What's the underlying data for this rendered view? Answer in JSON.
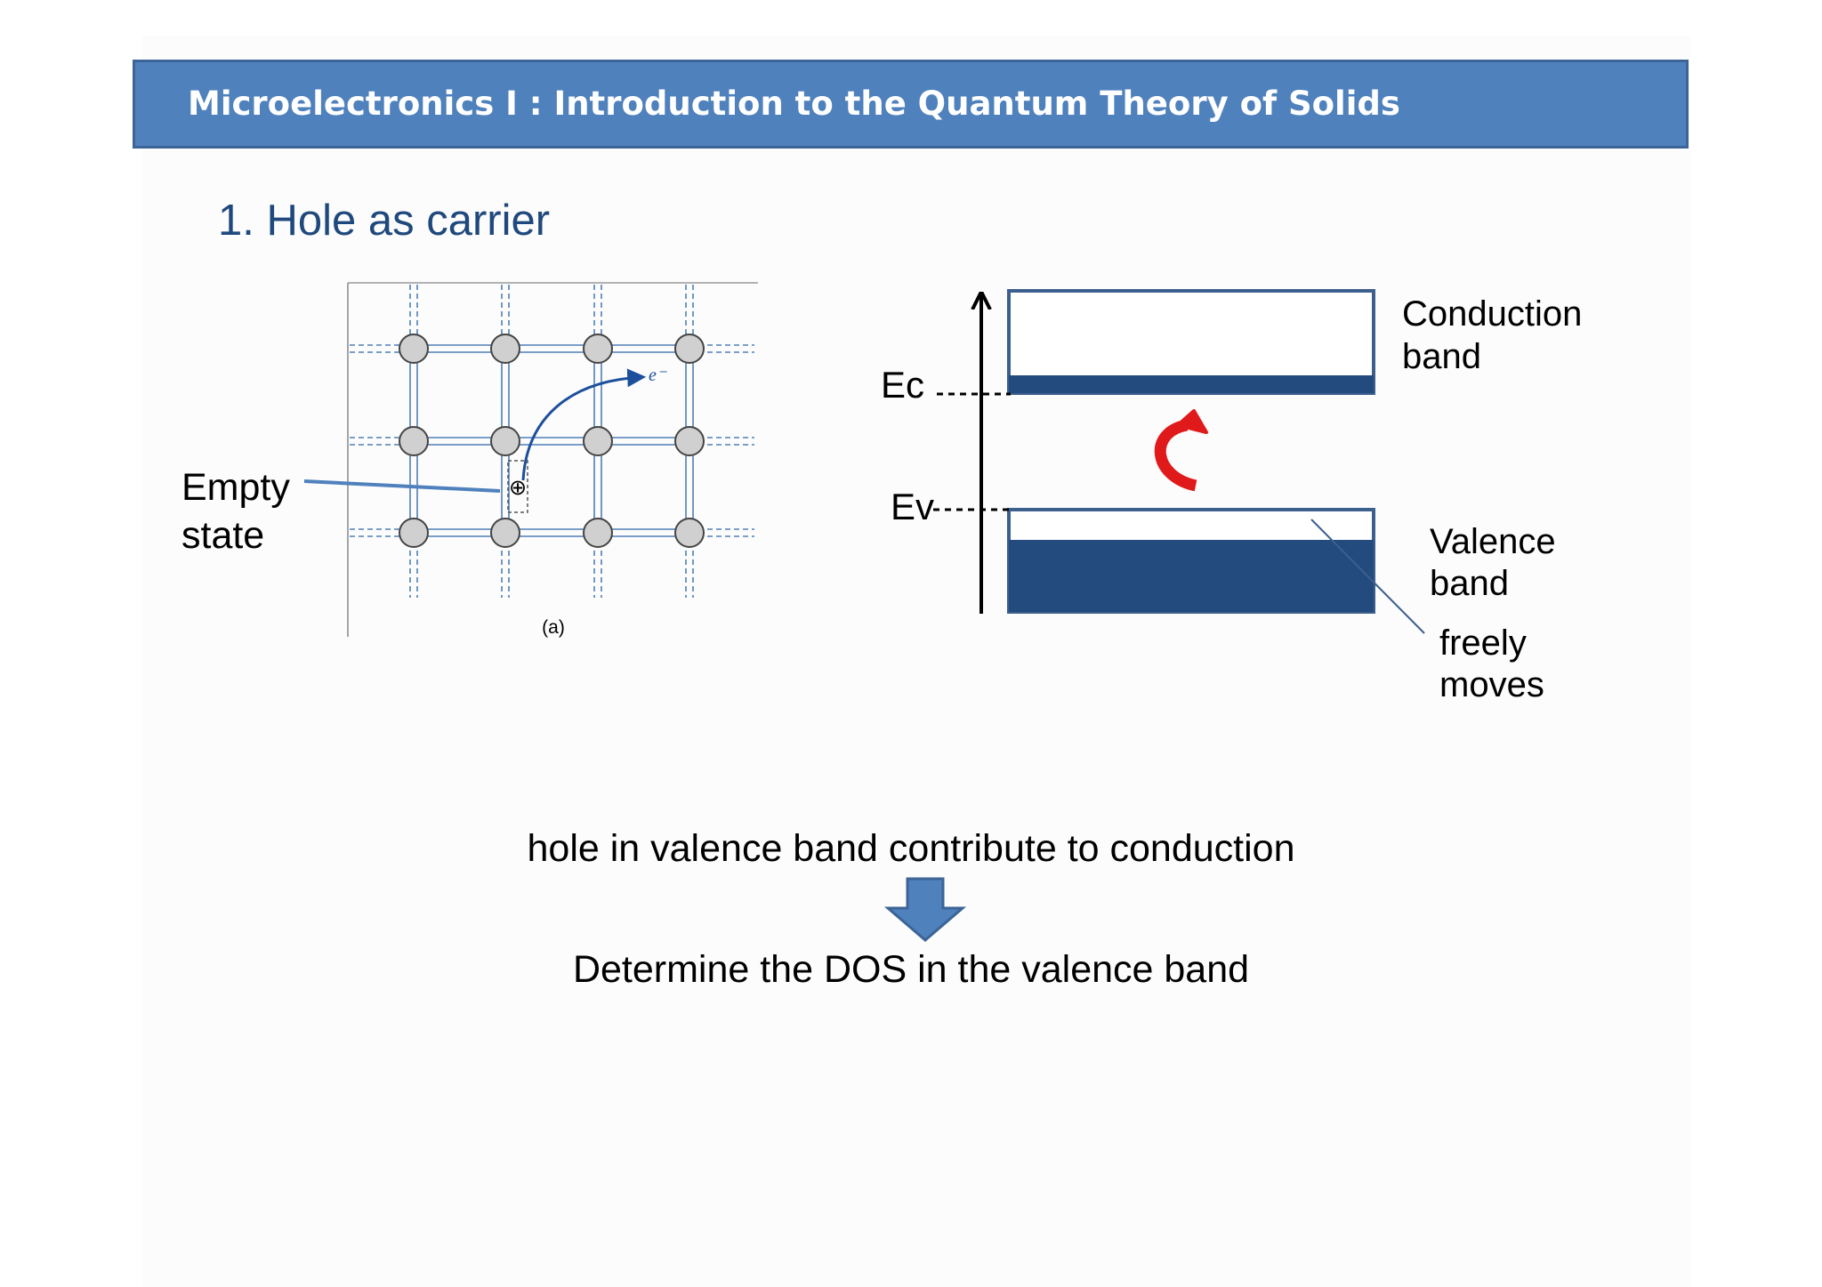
{
  "header": {
    "title": "Microelectronics I : Introduction to the Quantum Theory of Solids"
  },
  "section": {
    "heading": "1. Hole as carrier"
  },
  "lattice_figure": {
    "empty_label_line1": "Empty",
    "empty_label_line2": "state",
    "electron_label": "e⁻",
    "caption": "(a)",
    "hole_symbol": "⊕"
  },
  "band_diagram": {
    "ec_label": "Ec",
    "ev_label": "Ev",
    "conduction_line1": "Conduction",
    "conduction_line2": "band",
    "valence_line1": "Valence",
    "valence_line2": "band",
    "freely_line1": "freely",
    "freely_line2": "moves"
  },
  "conclusion": {
    "statement": "hole in valence band contribute to conduction",
    "result": "Determine the DOS in the valence band"
  },
  "colors": {
    "header_bg": "#4f81bd",
    "heading_text": "#1f497d",
    "band_fill": "#234b7e",
    "arrow_red": "#e01a1a",
    "down_arrow": "#4f81bd"
  }
}
